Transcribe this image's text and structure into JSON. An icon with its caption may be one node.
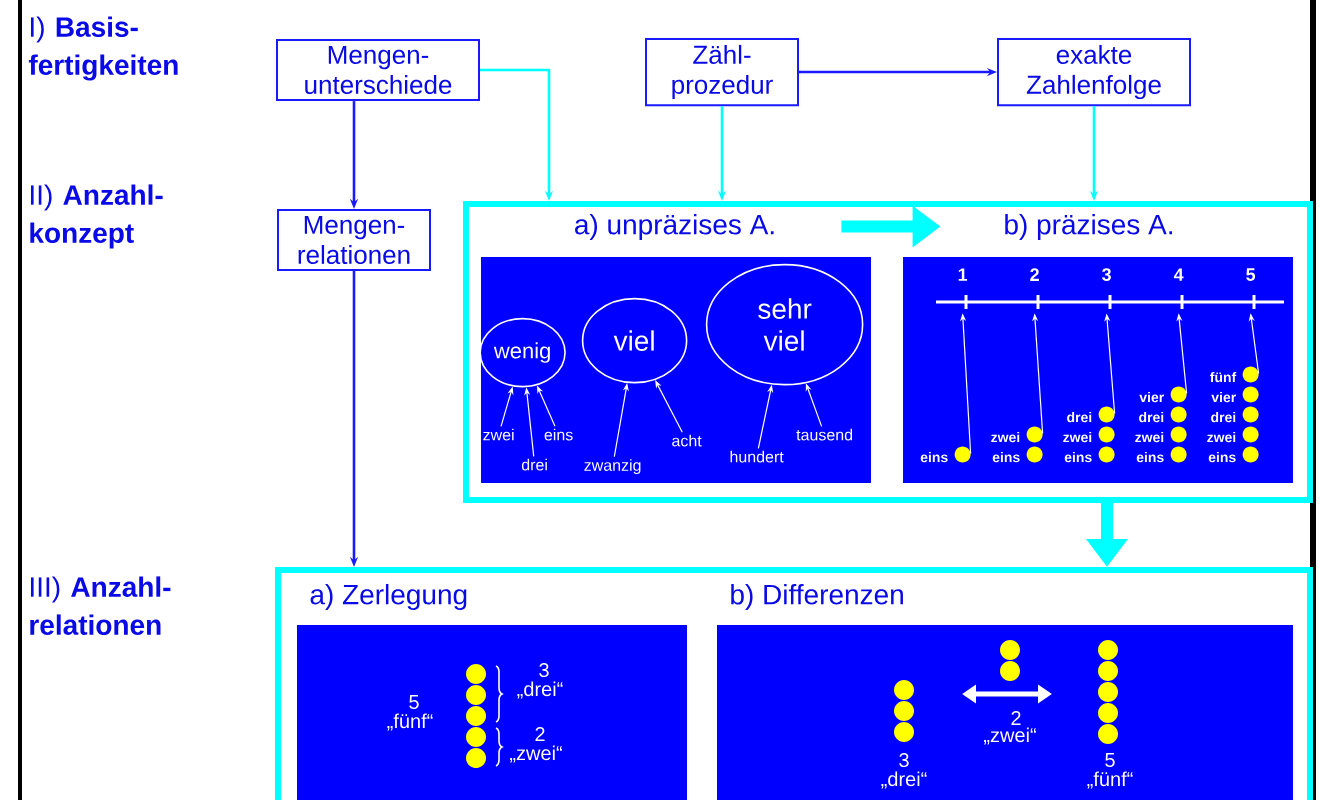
{
  "diagram": {
    "nodes": [
      {
        "text": [
          "Mengen- unterschiede"
        ]
      },
      {
        "text": [
          "Zähl- prozedur"
        ]
      },
      {
        "text": [
          "exakte Zahlenfolge"
        ]
      },
      {
        "text": [
          "Mengen- relationen"
        ]
      },
      {
        "text": [],
        "shape": "box"
      },
      {
        "text": [
          "a) unpräzises A."
        ],
        "in": 4
      },
      {
        "text": [
          "b) präzises A."
        ],
        "in": 4
      },
      {
        "text": [
          "wenig"
        ],
        "in": 5
      },
      {
        "text": [
          "viel"
        ],
        "in": 5
      },
      {
        "text": [
          "sehr viel"
        ],
        "in": 5
      },
      {
        "text": [
          "zwei"
        ],
        "in": 5
      },
      {
        "text": [
          "drei"
        ],
        "in": 5
      },
      {
        "text": [
          "eins"
        ],
        "in": 5
      },
      {
        "text": [
          "zwanzig"
        ],
        "in": 5
      },
      {
        "text": [
          "acht"
        ],
        "in": 5
      },
      {
        "text": [
          "hundert"
        ],
        "in": 5
      },
      {
        "text": [
          "tausend"
        ],
        "in": 5
      },
      {
        "text": [
          "1"
        ],
        "in": 6
      },
      {
        "text": [
          "2"
        ],
        "in": 6
      },
      {
        "text": [
          "3"
        ],
        "in": 6
      },
      {
        "text": [
          "4"
        ],
        "in": 6
      },
      {
        "text": [
          "5"
        ],
        "in": 6
      },
      {
        "text": [
          "eins"
        ],
        "in": 6
      },
      {
        "text": [
          "zwei",
          "eins"
        ],
        "in": 6
      },
      {
        "text": [
          "drei",
          "zwei",
          "eins"
        ],
        "in": 6
      },
      {
        "text": [
          "vier",
          "drei",
          "zwei",
          "eins"
        ],
        "in": 6
      },
      {
        "text": [
          "fünf",
          "vier",
          "drei",
          "zwei",
          "eins"
        ],
        "in": 6
      },
      {
        "text": [],
        "shape": "box"
      },
      {
        "text": [
          "a) Zerlegung"
        ],
        "in": 27
      },
      {
        "text": [
          "b) Differenzen"
        ],
        "in": 27
      }
    ],
    "edges": [
      {
        "from": 0,
        "to": 3,
        "arrow": "to",
        "color": "#1a1aff"
      },
      {
        "from": 1,
        "to": 2,
        "arrow": "to",
        "color": "#1a1aff"
      },
      {
        "from": 0,
        "to": 4,
        "arrow": "to",
        "color": "#00ffff"
      },
      {
        "from": 1,
        "to": 4,
        "arrow": "to",
        "color": "#00ffff"
      },
      {
        "from": 2,
        "to": 4,
        "arrow": "to",
        "color": "#00ffff"
      },
      {
        "from": 5,
        "to": 6,
        "arrow": "to",
        "style": "thick",
        "color": "#00ffff"
      },
      {
        "from": 3,
        "to": 27,
        "arrow": "to",
        "color": "#1a1aff"
      },
      {
        "from": 4,
        "to": 27,
        "arrow": "to",
        "style": "thick",
        "color": "#00ffff"
      },
      {
        "from": 10,
        "to": 7,
        "arrow": "to"
      },
      {
        "from": 11,
        "to": 7,
        "arrow": "to"
      },
      {
        "from": 12,
        "to": 7,
        "arrow": "to"
      },
      {
        "from": 13,
        "to": 8,
        "arrow": "to"
      },
      {
        "from": 14,
        "to": 8,
        "arrow": "to"
      },
      {
        "from": 15,
        "to": 9,
        "arrow": "to"
      },
      {
        "from": 16,
        "to": 9,
        "arrow": "to"
      },
      {
        "from": 22,
        "to": 17,
        "arrow": "to"
      },
      {
        "from": 23,
        "to": 18,
        "arrow": "to"
      },
      {
        "from": 24,
        "to": 19,
        "arrow": "to"
      },
      {
        "from": 25,
        "to": 20,
        "arrow": "to"
      },
      {
        "from": 26,
        "to": 21,
        "arrow": "to"
      }
    ],
    "labels": [
      "I) **Basis- fertigkeiten**",
      "II) **Anzahl- konzept**",
      "III) **Anzahl- relationen**",
      "5",
      "„fünf“",
      "3",
      "„drei“",
      "2",
      "„zwei“",
      "2",
      "„zwei“",
      "3",
      "„drei“",
      "5",
      "„fünf“"
    ]
  }
}
